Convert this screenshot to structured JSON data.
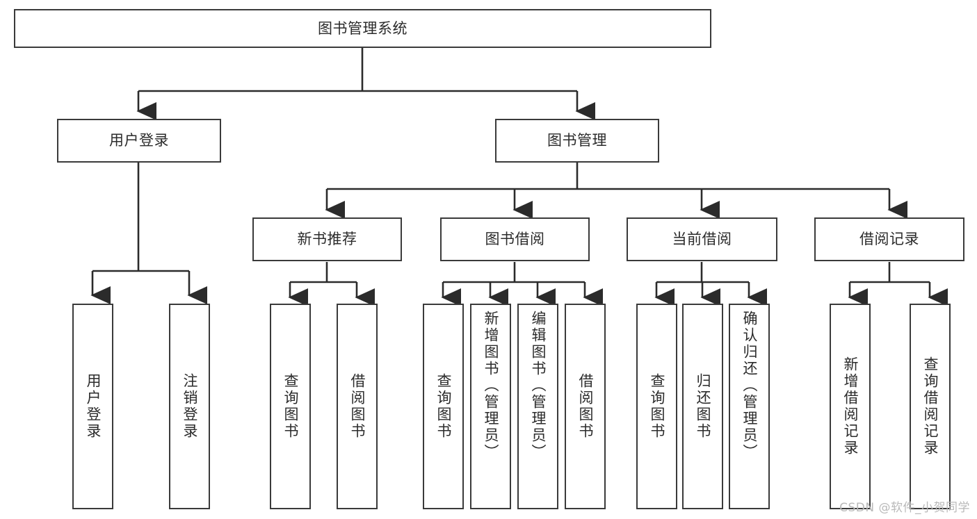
{
  "diagram": {
    "type": "tree",
    "title": "图书管理系统",
    "watermark": "CSDN @软件_小贺同学",
    "colors": {
      "box_border": "#3a3a3a",
      "box_fill": "#ffffff",
      "connector": "#2b2b2b",
      "text": "#2b2b2b",
      "watermark": "#b9b9b9",
      "background": "#ffffff"
    },
    "levels": {
      "root": {
        "label": "图书管理系统"
      },
      "level2": [
        {
          "label": "用户登录"
        },
        {
          "label": "图书管理"
        }
      ],
      "level3": [
        {
          "label": "新书推荐"
        },
        {
          "label": "图书借阅"
        },
        {
          "label": "当前借阅"
        },
        {
          "label": "借阅记录"
        }
      ],
      "leaves": {
        "user_login": [
          {
            "label": "用户登录"
          },
          {
            "label": "注销登录"
          }
        ],
        "new_book_recommend": [
          {
            "label": "查询图书"
          },
          {
            "label": "借阅图书"
          }
        ],
        "book_borrow": [
          {
            "label": "查询图书"
          },
          {
            "label": "新增图书（管理员）"
          },
          {
            "label": "编辑图书（管理员）"
          },
          {
            "label": "借阅图书"
          }
        ],
        "current_borrow": [
          {
            "label": "查询图书"
          },
          {
            "label": "归还图书"
          },
          {
            "label": "确认归还（管理员）"
          }
        ],
        "borrow_record": [
          {
            "label": "新增借阅记录"
          },
          {
            "label": "查询借阅记录"
          }
        ]
      }
    }
  }
}
